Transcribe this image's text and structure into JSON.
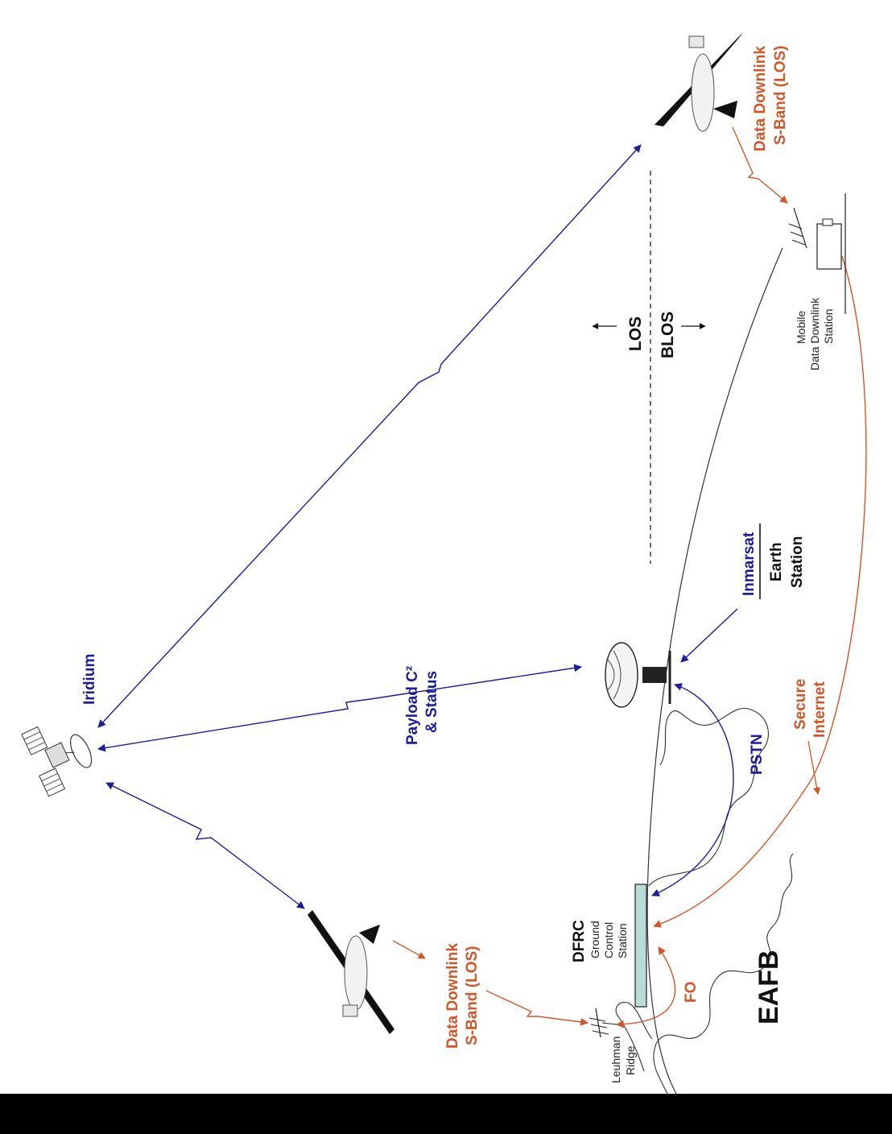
{
  "colors": {
    "background": "#ffffff",
    "border": "#000000",
    "blue_link": "#1c1c9e",
    "orange_link": "#d45628",
    "text_black": "#111111",
    "gcs_fill": "#b9dcd8"
  },
  "labels": {
    "iridium": "Iridium",
    "payload_line1": "Payload C²",
    "payload_line2": "& Status",
    "data_downlink_top_line1": "Data Downlink",
    "data_downlink_top_line2": "S-Band (LOS)",
    "data_downlink_bottom_line1": "Data Downlink",
    "data_downlink_bottom_line2": "S-Band (LOS)",
    "los": "LOS",
    "blos": "BLOS",
    "inmarsat": "Inmarsat",
    "earth_station": "Earth",
    "earth_station_2": "Station",
    "mobile_line1": "Mobile",
    "mobile_line2": "Data Downlink",
    "mobile_line3": "Station",
    "secure_line1": "Secure",
    "secure_line2": "Internet",
    "pstn": "PSTN",
    "dfrc": "DFRC",
    "gcs_line1": "Ground",
    "gcs_line2": "Control",
    "gcs_line3": "Station",
    "fo": "FO",
    "eafb": "EAFB",
    "leuhman_line1": "Leuhman",
    "leuhman_line2": "Ridge"
  },
  "icons": [
    "iridium-satellite-icon",
    "uav-aircraft-top-icon",
    "uav-aircraft-bottom-icon",
    "inmarsat-dish-icon",
    "mobile-station-truck-icon",
    "ridge-antenna-icon"
  ]
}
